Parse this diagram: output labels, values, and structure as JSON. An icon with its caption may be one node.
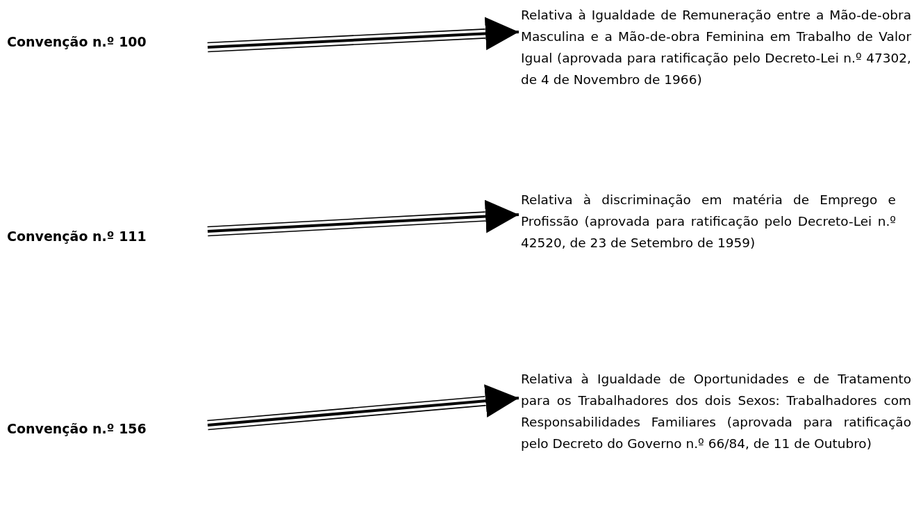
{
  "diagram": {
    "nodes": [
      {
        "text": [
          "Convenção n.º 100"
        ]
      },
      {
        "text": [
          "Relativa à Igualdade de Remuneração entre a Mão-de-obra Masculina e a Mão-de-obra Feminina em Trabalho de Valor Igual (aprovada para ratificação pelo Decreto-Lei n.º 47302, de 4 de Novembro de 1966)"
        ]
      },
      {
        "text": [
          "Convenção n.º 111"
        ]
      },
      {
        "text": [
          "Relativa à discriminação em matéria de Emprego e Profissão (aprovada para ratificação pelo Decreto-Lei n.º 42520, de 23 de Setembro de 1959)"
        ]
      },
      {
        "text": [
          "Convenção n.º 156"
        ]
      },
      {
        "text": [
          "Relativa à Igualdade de Oportunidades e de Tratamento para os Trabalhadores dos dois Sexos: Trabalhadores com Responsabilidades Familiares (aprovada para ratificação pelo Decreto do Governo n.º 66/84, de 11 de Outubro)"
        ]
      }
    ],
    "edges": [
      {
        "from": 0,
        "to": 1,
        "arrow": "to"
      },
      {
        "from": 2,
        "to": 3,
        "arrow": "to"
      },
      {
        "from": 4,
        "to": 5,
        "arrow": "to"
      }
    ]
  }
}
